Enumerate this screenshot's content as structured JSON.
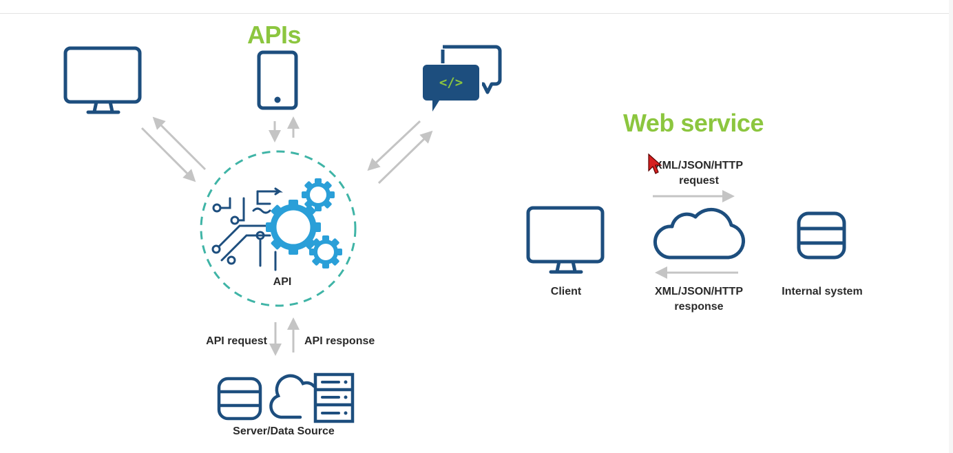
{
  "apis": {
    "title": "APIs",
    "api_label": "API",
    "api_request_label": "API request",
    "api_response_label": "API response",
    "server_label": "Server/Data Source",
    "code_icon_text": "</>"
  },
  "web_service": {
    "title": "Web service",
    "request_line1": "XML/JSON/HTTP",
    "request_line2": "request",
    "response_line1": "XML/JSON/HTTP",
    "response_line2": "response",
    "client_label": "Client",
    "internal_label": "Internal system"
  },
  "colors": {
    "heading_green": "#8cc63f",
    "icon_navy": "#1d4e7e",
    "gear_blue": "#2a9fd8",
    "dash_teal": "#3fb4a6",
    "arrow_gray": "#c4c4c4",
    "label_text": "#2a2a2a"
  },
  "icons": [
    "desktop-monitor-icon",
    "smartphone-icon",
    "chat-code-icon",
    "api-gears-icon",
    "database-icon",
    "cloud-icon",
    "server-rack-icon",
    "client-monitor-icon",
    "cloud-service-icon",
    "internal-database-icon",
    "mouse-cursor-icon"
  ]
}
